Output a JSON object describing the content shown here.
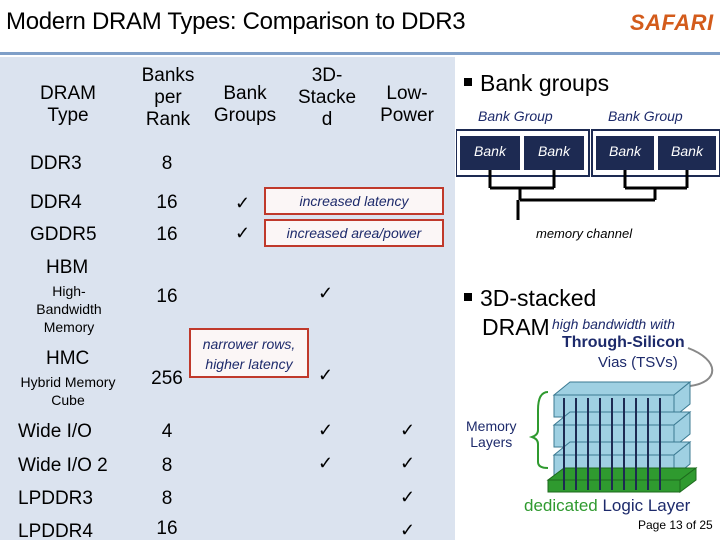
{
  "title": "Modern DRAM Types: Comparison to DDR3",
  "logo": "SAFARI",
  "page": "Page 13 of 25",
  "table": {
    "headers": {
      "type": [
        "DRAM",
        "Type"
      ],
      "banks": [
        "Banks",
        "per",
        "Rank"
      ],
      "groups": [
        "Bank",
        "Groups"
      ],
      "stacked": [
        "3D-",
        "Stacke",
        "d"
      ],
      "power": [
        "Low-",
        "Power"
      ]
    },
    "rows": [
      {
        "name": "DDR3",
        "sub": "",
        "banks": "8"
      },
      {
        "name": "DDR4",
        "sub": "",
        "banks": "16"
      },
      {
        "name": "GDDR5",
        "sub": "",
        "banks": "16"
      },
      {
        "name": "HBM",
        "sub": "High-Bandwidth Memory",
        "banks": "16"
      },
      {
        "name": "HMC",
        "sub": "Hybrid Memory Cube",
        "banks": "256"
      },
      {
        "name": "Wide I/O",
        "sub": "",
        "banks": "4"
      },
      {
        "name": "Wide I/O 2",
        "sub": "",
        "banks": "8"
      },
      {
        "name": "LPDDR3",
        "sub": "",
        "banks": "8"
      },
      {
        "name": "LPDDR4",
        "sub": "",
        "banks": "16"
      }
    ],
    "check": "✓"
  },
  "callouts": {
    "latency": "increased latency",
    "area": "increased area/power",
    "rows": [
      "narrower rows,",
      "higher latency"
    ]
  },
  "bank_groups": {
    "heading": "Bank groups",
    "group_label": "Bank Group",
    "group_label_right": "Bank Group",
    "bank": "Bank",
    "channel": "memory channel"
  },
  "stacked": {
    "heading_1": "3D-stacked",
    "heading_2": "DRAM",
    "note_1": "high bandwidth with",
    "note_2": "Through-Silicon",
    "note_3": "Vias (TSVs)",
    "memory_layers": [
      "Memory",
      "Layers"
    ],
    "logic_prefix": "dedicated ",
    "logic_word": "Logic Layer"
  },
  "colors": {
    "accent_blue": "#1d2a6b",
    "callout_red": "#c0392b",
    "logic_green": "#2f9a2f",
    "table_bg": "#dbe3ef",
    "logo_orange": "#d35b1b"
  }
}
